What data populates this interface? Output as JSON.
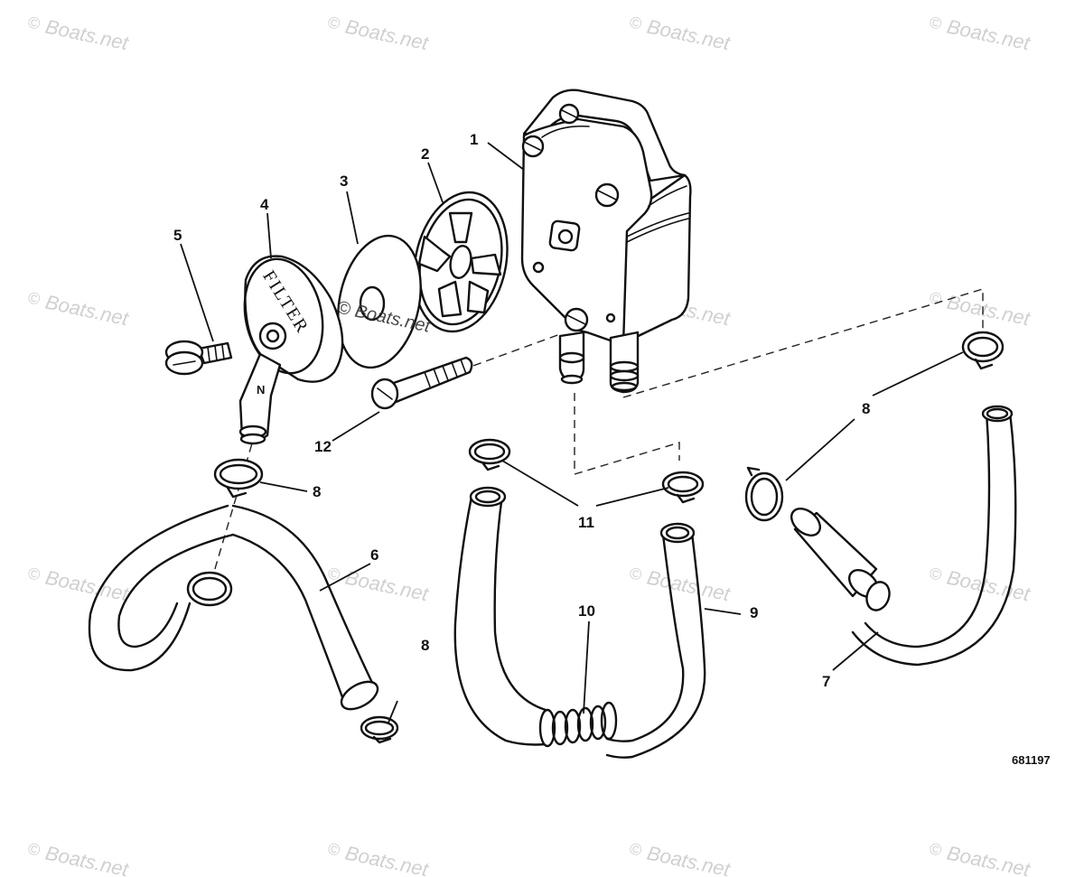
{
  "drawing": {
    "part_number": "681197",
    "filter_lettering": "FILTER",
    "callouts": {
      "c1": "1",
      "c2": "2",
      "c3": "3",
      "c4": "4",
      "c5": "5",
      "c6": "6",
      "c7": "7",
      "c8a": "8",
      "c8b": "8",
      "c8c": "8",
      "c9": "9",
      "c10": "10",
      "c11": "11",
      "c12": "12"
    }
  },
  "watermark": {
    "text": "Boats.net",
    "symbol": "©",
    "center_text": "© Boats.net"
  }
}
